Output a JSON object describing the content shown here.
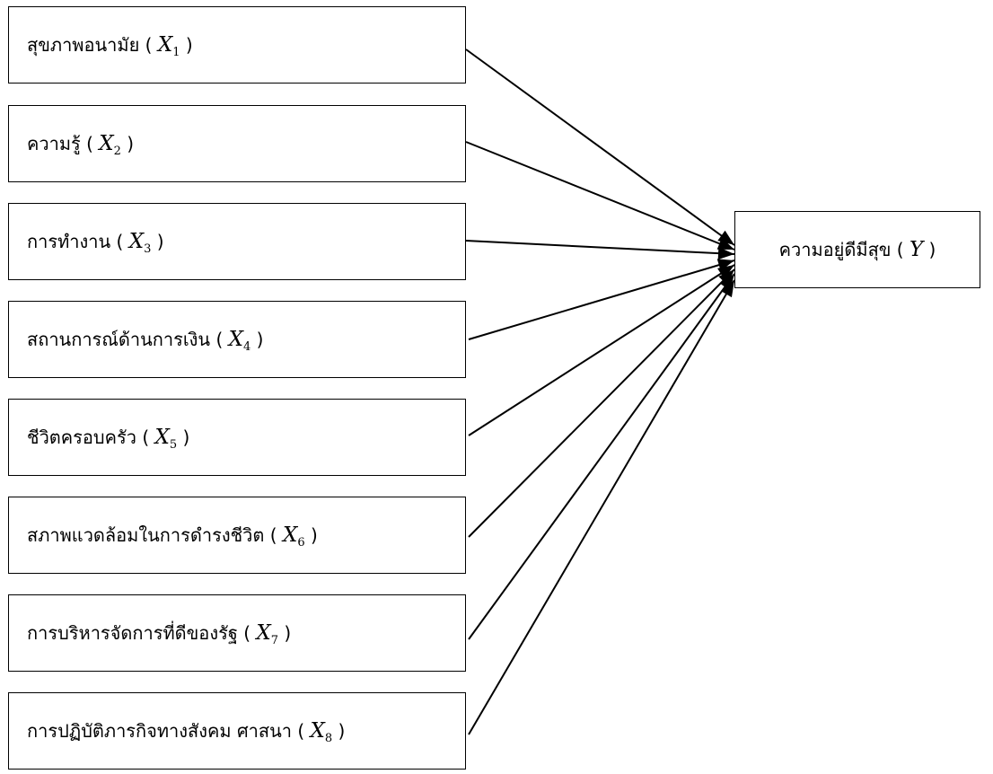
{
  "factors": [
    {
      "text": "สุขภาพอนามัย",
      "var": "X",
      "sub": "1"
    },
    {
      "text": "ความรู้",
      "var": "X",
      "sub": "2"
    },
    {
      "text": "การทำงาน",
      "var": "X",
      "sub": "3"
    },
    {
      "text": "สถานการณ์ด้านการเงิน",
      "var": "X",
      "sub": "4"
    },
    {
      "text": "ชีวิตครอบครัว",
      "var": "X",
      "sub": "5"
    },
    {
      "text": "สภาพแวดล้อมในการดำรงชีวิต",
      "var": "X",
      "sub": "6"
    },
    {
      "text": "การบริหารจัดการที่ดีของรัฐ",
      "var": "X",
      "sub": "7"
    },
    {
      "text": "การปฏิบัติภารกิจทางสังคม ศาสนา",
      "var": "X",
      "sub": "8"
    }
  ],
  "outcome": {
    "text": "ความอยู่ดีมีสุข",
    "var": "Y"
  },
  "colors": {
    "line": "#000000",
    "box_border": "#000000",
    "background": "#ffffff"
  }
}
